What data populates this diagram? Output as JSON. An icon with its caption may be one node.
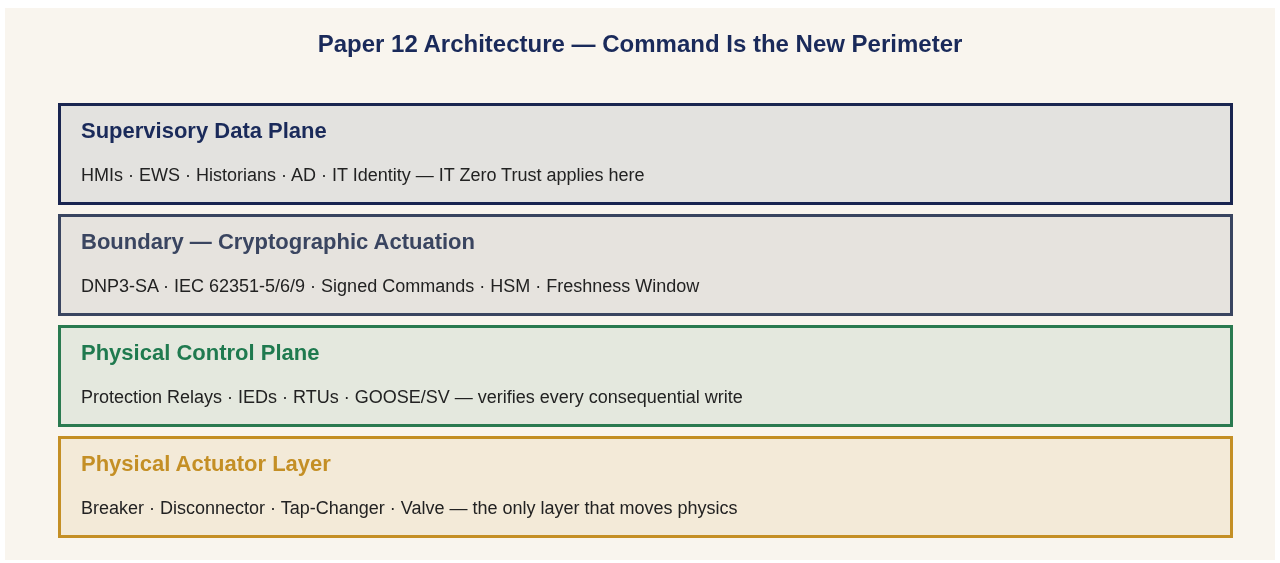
{
  "diagram": {
    "title": "Paper 12 Architecture — Command Is the New Perimeter",
    "nodes": [
      {
        "text": [
          "Supervisory Data Plane",
          "HMIs · EWS · Historians · AD · IT Identity — IT Zero Trust applies here"
        ]
      },
      {
        "text": [
          "Boundary — Cryptographic Actuation",
          "DNP3-SA · IEC 62351-5/6/9 · Signed Commands · HSM · Freshness Window"
        ]
      },
      {
        "text": [
          "Physical Control Plane",
          "Protection Relays · IEDs · RTUs · GOOSE/SV — verifies every consequential write"
        ]
      },
      {
        "text": [
          "Physical Actuator Layer",
          "Breaker · Disconnector · Tap-Changer · Valve — the only layer that moves physics"
        ]
      }
    ]
  }
}
